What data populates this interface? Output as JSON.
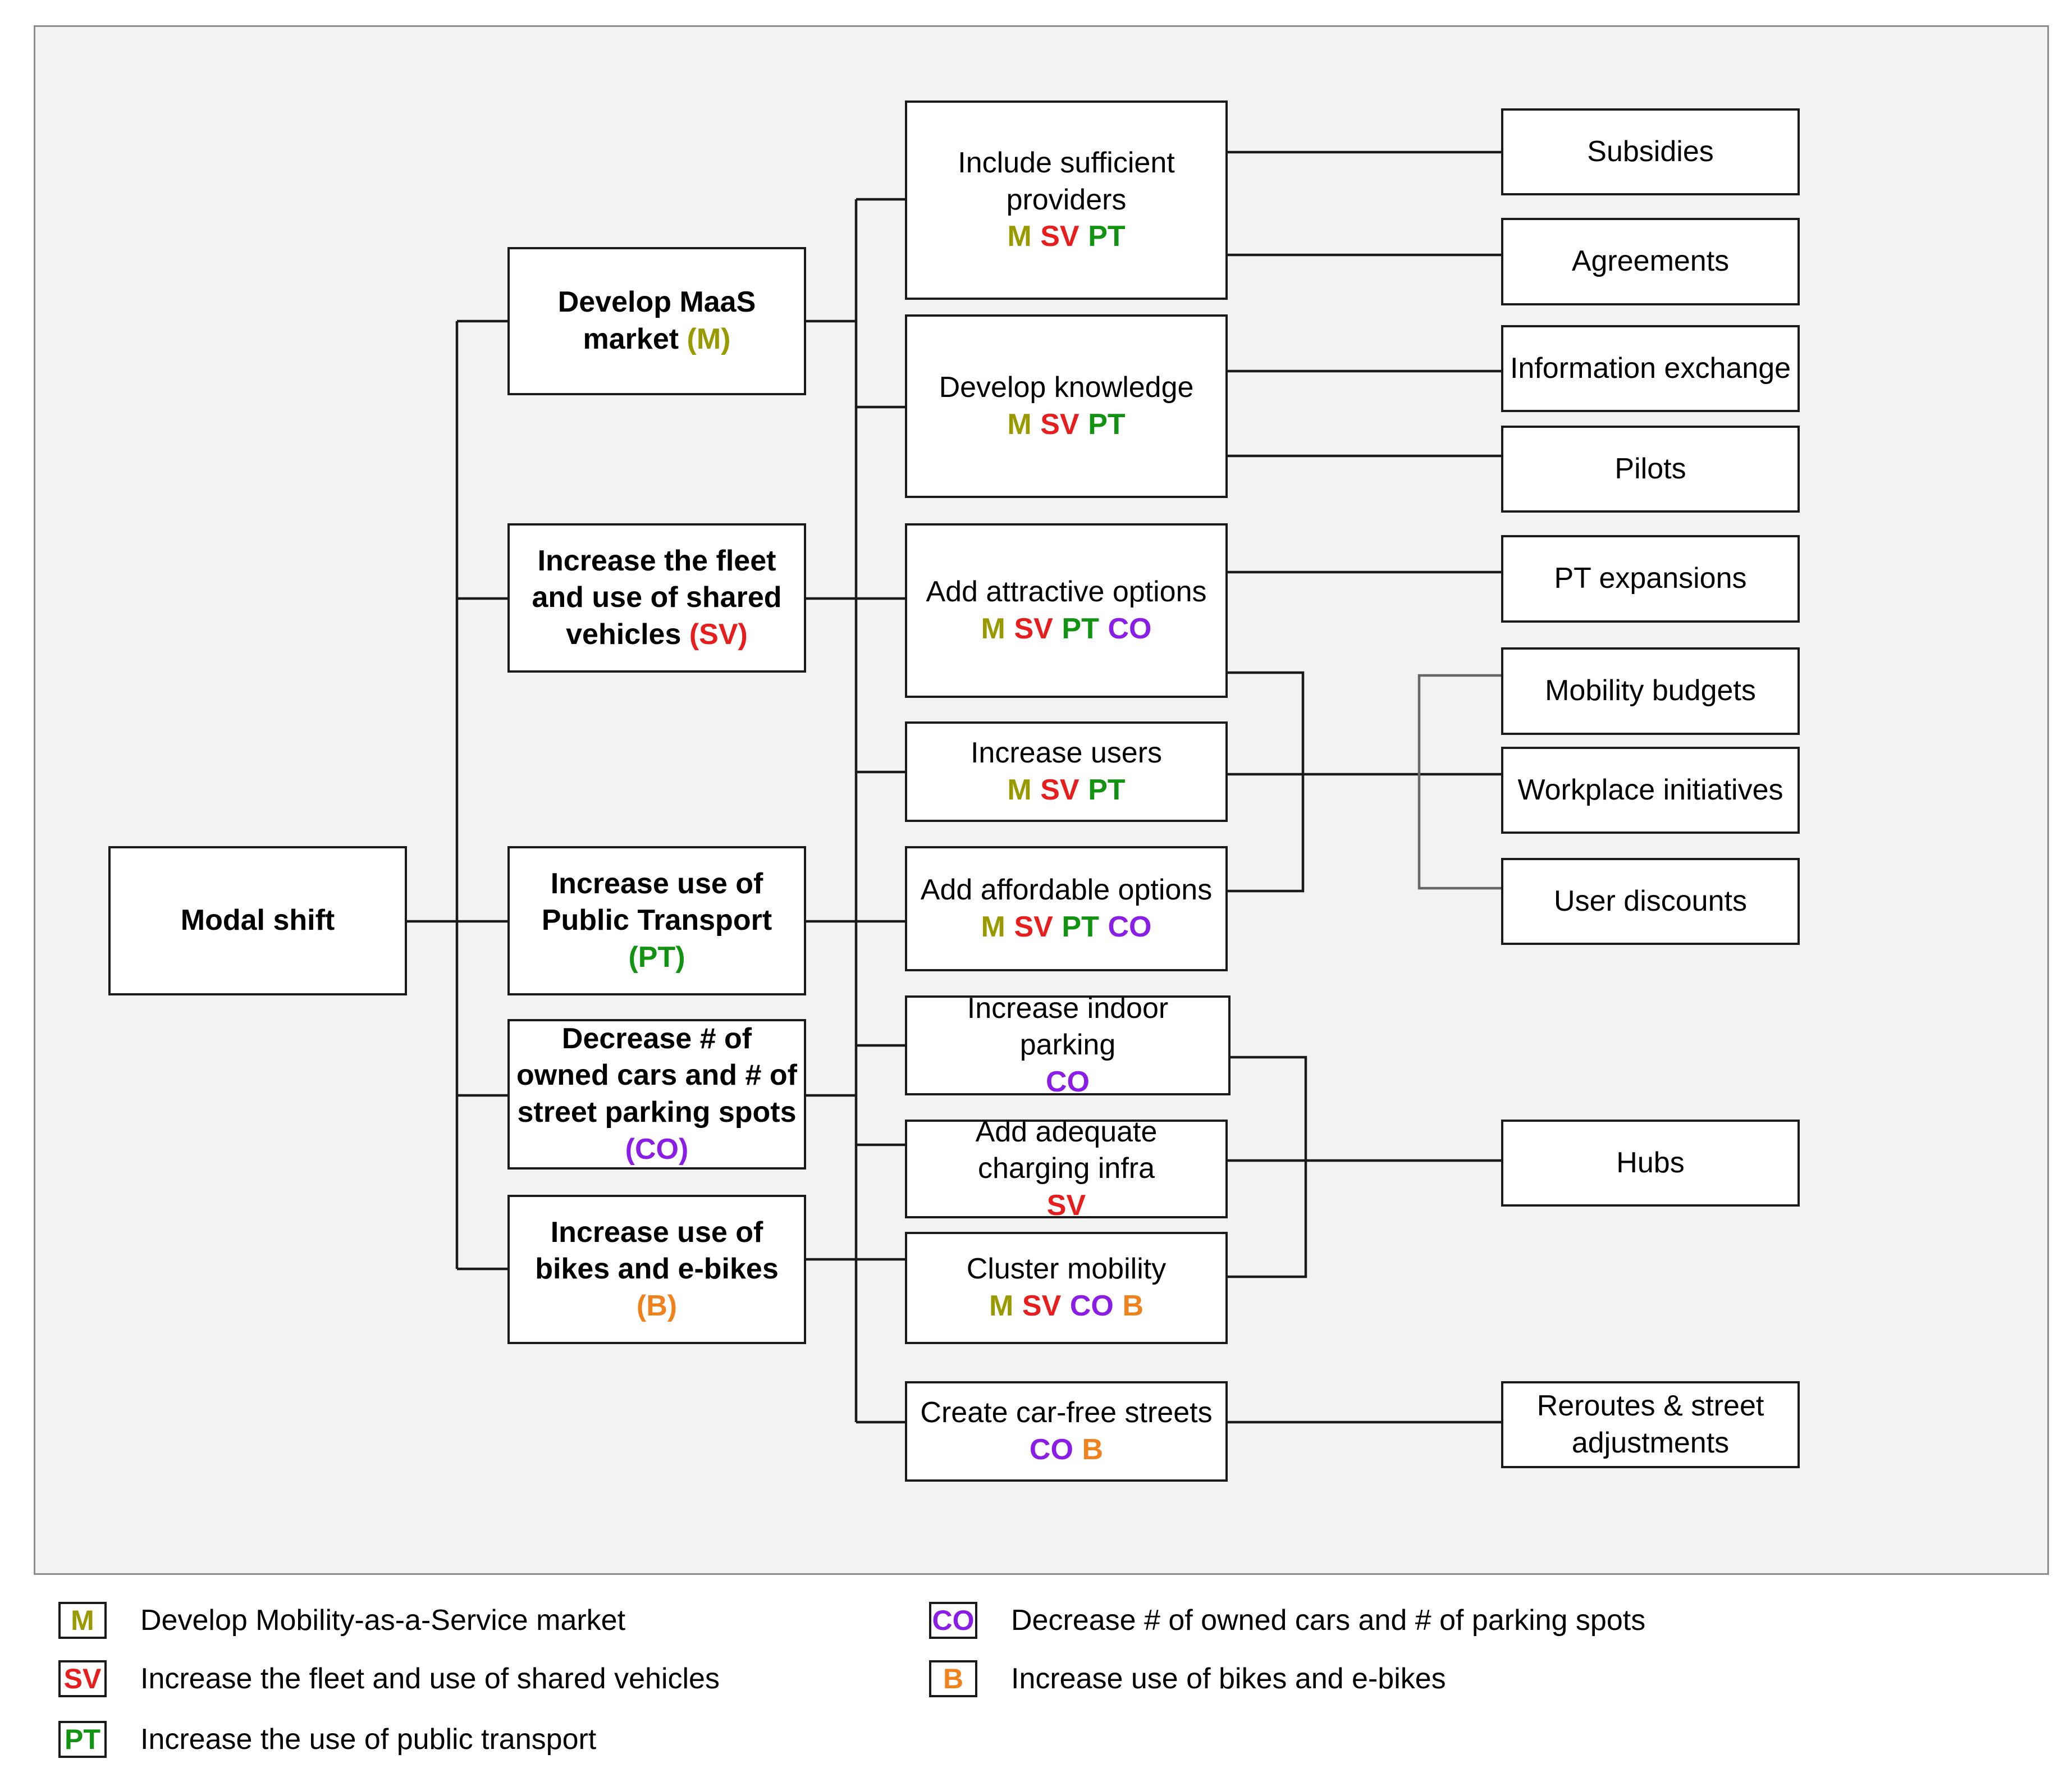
{
  "colors": {
    "M": "#999900",
    "SV": "#e61e1e",
    "PT": "#129312",
    "CO": "#8b1ee6",
    "B": "#f0821e"
  },
  "root": {
    "label": "Modal shift"
  },
  "goals": [
    {
      "id": "m",
      "lines": [
        "Develop MaaS",
        "market"
      ],
      "tag": "(M)",
      "tag_inline": true
    },
    {
      "id": "sv",
      "lines": [
        "Increase the fleet",
        "and use of shared",
        "vehicles"
      ],
      "tag": "(SV)",
      "tag_inline": true
    },
    {
      "id": "pt",
      "lines": [
        "Increase use of",
        "Public Transport"
      ],
      "tag": "(PT)",
      "tag_inline": false
    },
    {
      "id": "co",
      "lines": [
        "Decrease # of",
        "owned cars and # of",
        "street parking spots"
      ],
      "tag": "(CO)",
      "tag_inline": false
    },
    {
      "id": "b",
      "lines": [
        "Increase use of",
        "bikes and e-bikes"
      ],
      "tag": "(B)",
      "tag_inline": false
    }
  ],
  "measures": [
    {
      "id": "include-providers",
      "lines": [
        "Include sufficient",
        "providers"
      ],
      "tags": [
        "M",
        "SV",
        "PT"
      ],
      "tags_inline": false
    },
    {
      "id": "develop-knowledge",
      "lines": [
        "Develop knowledge"
      ],
      "tags": [
        "M",
        "SV",
        "PT"
      ],
      "tags_inline": false
    },
    {
      "id": "attractive-options",
      "lines": [
        "Add attractive options"
      ],
      "tags": [
        "M",
        "SV",
        "PT",
        "CO"
      ],
      "tags_inline": false
    },
    {
      "id": "increase-users",
      "lines": [
        "Increase users"
      ],
      "tags": [
        "M",
        "SV",
        "PT"
      ],
      "tags_inline": false
    },
    {
      "id": "affordable-options",
      "lines": [
        "Add affordable options"
      ],
      "tags": [
        "M",
        "SV",
        "PT",
        "CO"
      ],
      "tags_inline": false
    },
    {
      "id": "indoor-parking",
      "lines": [
        "Increase indoor",
        "parking"
      ],
      "tags": [
        "CO"
      ],
      "tags_inline": true
    },
    {
      "id": "charging-infra",
      "lines": [
        "Add adequate",
        "charging infra"
      ],
      "tags": [
        "SV"
      ],
      "tags_inline": true
    },
    {
      "id": "cluster-mobility",
      "lines": [
        "Cluster mobility"
      ],
      "tags": [
        "M",
        "SV",
        "CO",
        "B"
      ],
      "tags_inline": false
    },
    {
      "id": "car-free-streets",
      "lines": [
        "Create car-free streets"
      ],
      "tags": [
        "CO",
        "B"
      ],
      "tags_inline": false
    }
  ],
  "instruments": [
    {
      "id": "subsidies",
      "lines": [
        "Subsidies"
      ]
    },
    {
      "id": "agreements",
      "lines": [
        "Agreements"
      ]
    },
    {
      "id": "information-exchange",
      "lines": [
        "Information exchange"
      ]
    },
    {
      "id": "pilots",
      "lines": [
        "Pilots"
      ]
    },
    {
      "id": "pt-expansions",
      "lines": [
        "PT expansions"
      ]
    },
    {
      "id": "mobility-budgets",
      "lines": [
        "Mobility budgets"
      ]
    },
    {
      "id": "workplace-initiatives",
      "lines": [
        "Workplace initiatives"
      ]
    },
    {
      "id": "user-discounts",
      "lines": [
        "User discounts"
      ]
    },
    {
      "id": "hubs",
      "lines": [
        "Hubs"
      ]
    },
    {
      "id": "reroutes",
      "lines": [
        "Reroutes & street",
        "adjustments"
      ]
    }
  ],
  "legend": [
    {
      "code": "M",
      "label": "Develop Mobility-as-a-Service market"
    },
    {
      "code": "SV",
      "label": "Increase the fleet and use of shared vehicles"
    },
    {
      "code": "PT",
      "label": "Increase the use of public transport"
    },
    {
      "code": "CO",
      "label": "Decrease # of owned cars and # of parking spots"
    },
    {
      "code": "B",
      "label": "Increase use of bikes and e-bikes"
    }
  ]
}
